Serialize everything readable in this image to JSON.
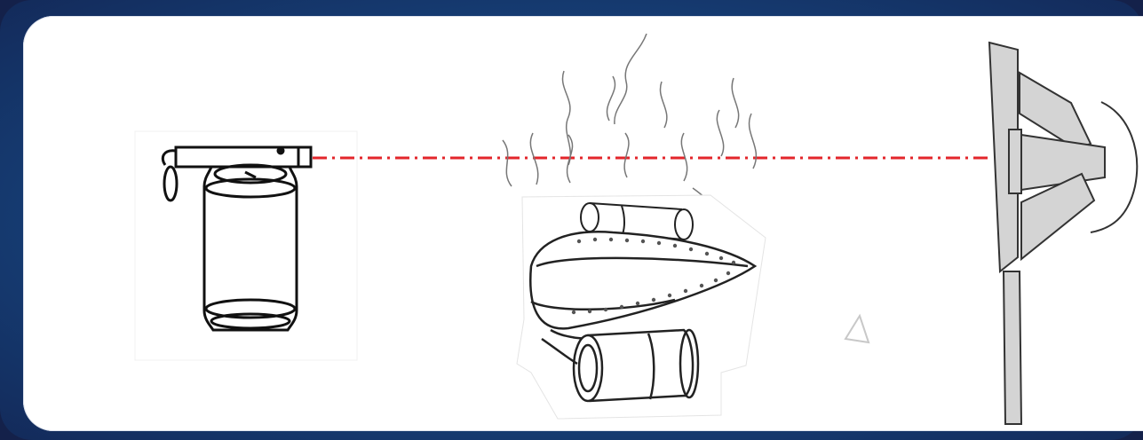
{
  "diagram": {
    "elements": [
      {
        "name": "laser-pointer",
        "description_icon": "laser-pointer-icon"
      },
      {
        "name": "soda-can",
        "description_icon": "can-icon"
      },
      {
        "name": "steam",
        "description_icon": "steam-icon"
      },
      {
        "name": "clothes-iron",
        "description_icon": "iron-icon"
      },
      {
        "name": "cans-under-iron",
        "description_icon": "can-icon"
      },
      {
        "name": "laser-beam",
        "description_icon": "dash-dot-line"
      },
      {
        "name": "signal-target",
        "description_icon": "target-icon"
      }
    ],
    "colors": {
      "frame": "#174680",
      "panel": "#ffffff",
      "beam": "#e3262b",
      "line": "#111111",
      "target_fill": "#d4d4d4"
    }
  }
}
